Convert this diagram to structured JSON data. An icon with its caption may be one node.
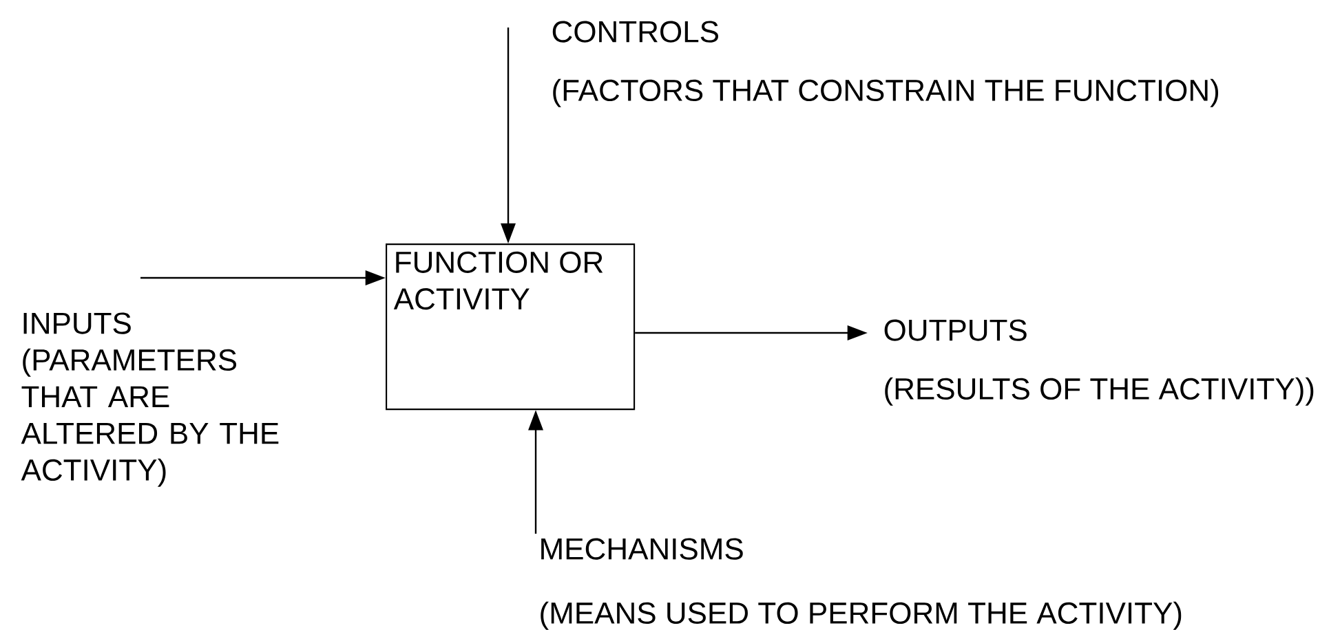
{
  "diagram": {
    "nodes": [
      {
        "text": [
          "FUNCTION OR ACTIVITY"
        ]
      },
      {
        "text": [
          "CONTROLS",
          "(FACTORS THAT CONSTRAIN THE FUNCTION)"
        ]
      },
      {
        "text": [
          "INPUTS",
          "(PARAMETERS THAT ARE ALTERED BY THE ACTIVITY)"
        ]
      },
      {
        "text": [
          "OUTPUTS",
          "(RESULTS OF THE ACTIVITY))"
        ]
      },
      {
        "text": [
          "MECHANISMS",
          "(MEANS USED TO PERFORM THE ACTIVITY)"
        ]
      }
    ],
    "edges": [
      {
        "from": 1,
        "to": 0,
        "arrow": "to"
      },
      {
        "from": 2,
        "to": 0,
        "arrow": "to"
      },
      {
        "from": 0,
        "to": 3,
        "arrow": "to"
      },
      {
        "from": 4,
        "to": 0,
        "arrow": "to"
      }
    ]
  }
}
